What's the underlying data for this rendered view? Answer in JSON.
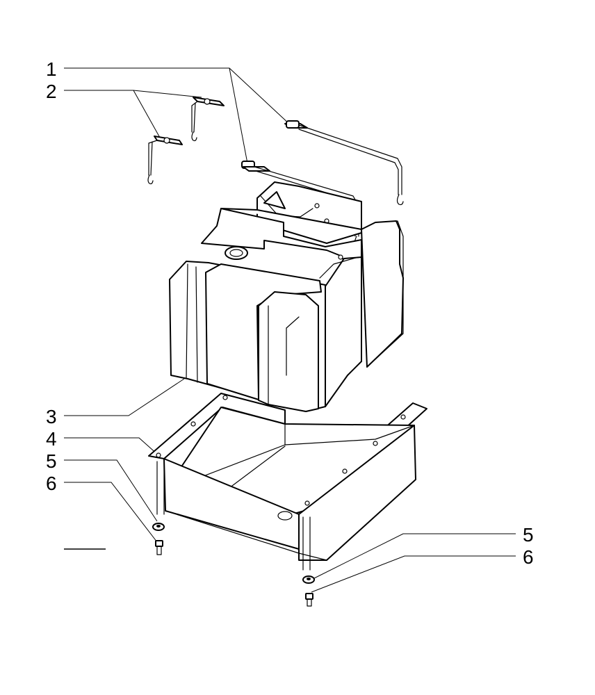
{
  "callouts": [
    {
      "id": "c1-left",
      "label": "1"
    },
    {
      "id": "c2-left",
      "label": "2"
    },
    {
      "id": "c3-left",
      "label": "3"
    },
    {
      "id": "c4-left",
      "label": "4"
    },
    {
      "id": "c5-left",
      "label": "5"
    },
    {
      "id": "c6-left",
      "label": "6"
    },
    {
      "id": "c5-right",
      "label": "5"
    },
    {
      "id": "c6-right",
      "label": "6"
    }
  ]
}
